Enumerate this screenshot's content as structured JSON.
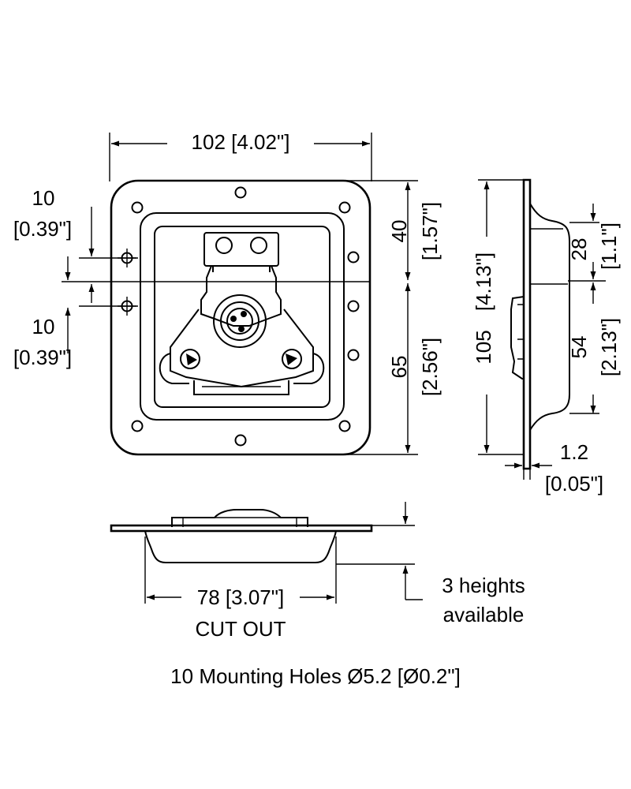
{
  "dimensions": {
    "width_top": "102 [4.02\"]",
    "hole_offset_top_mm": "10",
    "hole_offset_top_in": "[0.39\"]",
    "hole_offset_bottom_mm": "10",
    "hole_offset_bottom_in": "[0.39\"]",
    "upper_height_mm": "40",
    "upper_height_in": "[1.57\"]",
    "lower_height_mm": "65",
    "lower_height_in": "[2.56\"]",
    "total_height_mm": "105",
    "total_height_in": "[4.13\"]",
    "side_upper_mm": "28",
    "side_upper_in": "[1.1\"]",
    "side_lower_mm": "54",
    "side_lower_in": "[2.13\"]",
    "flange_thickness_mm": "1.2",
    "flange_thickness_in": "[0.05\"]",
    "cutout_width": "78 [3.07\"]"
  },
  "notes": {
    "cutout_label": "CUT OUT",
    "heights_line1": "3 heights",
    "heights_line2": "available",
    "mounting_holes": "10 Mounting Holes Ø5.2 [Ø0.2\"]"
  }
}
